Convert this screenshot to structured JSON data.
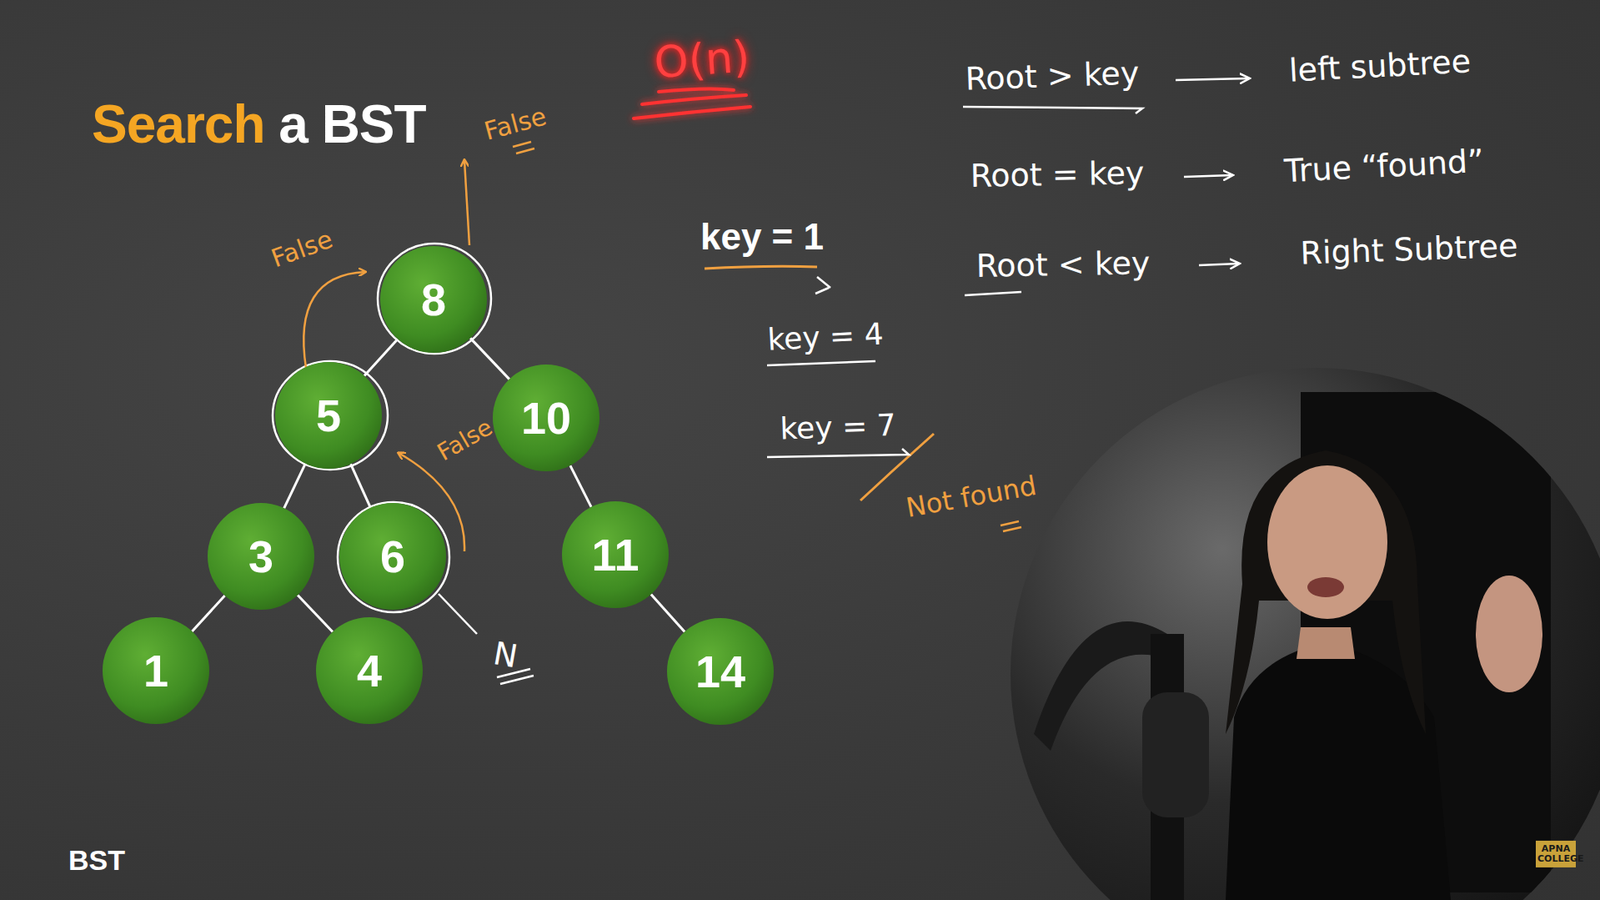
{
  "diagram": {
    "title": "Search a BST",
    "nodes": [
      {
        "text": [
          "8"
        ]
      },
      {
        "text": [
          "5"
        ]
      },
      {
        "text": [
          "10"
        ]
      },
      {
        "text": [
          "3"
        ]
      },
      {
        "text": [
          "6"
        ]
      },
      {
        "text": [
          "11"
        ]
      },
      {
        "text": [
          "1"
        ]
      },
      {
        "text": [
          "4"
        ]
      },
      {
        "text": [
          "14"
        ]
      }
    ],
    "edges": [
      {
        "from": 0,
        "to": 1,
        "arrow": "none"
      },
      {
        "from": 0,
        "to": 2,
        "arrow": "none"
      },
      {
        "from": 1,
        "to": 3,
        "arrow": "none"
      },
      {
        "from": 1,
        "to": 4,
        "arrow": "none"
      },
      {
        "from": 2,
        "to": 5,
        "arrow": "none"
      },
      {
        "from": 3,
        "to": 6,
        "arrow": "none"
      },
      {
        "from": 3,
        "to": 7,
        "arrow": "none"
      },
      {
        "from": 5,
        "to": 8,
        "arrow": "none"
      }
    ],
    "labels": [
      "O(n)",
      "False",
      "False",
      "False",
      "key = 1",
      "key = 4",
      "key = 7",
      "Not found",
      "N",
      "Root > key",
      "left subtree",
      "Root = key",
      "True “found”",
      "Root < key",
      "Right Subtree",
      "BST",
      "APNA COLLEGE"
    ]
  }
}
